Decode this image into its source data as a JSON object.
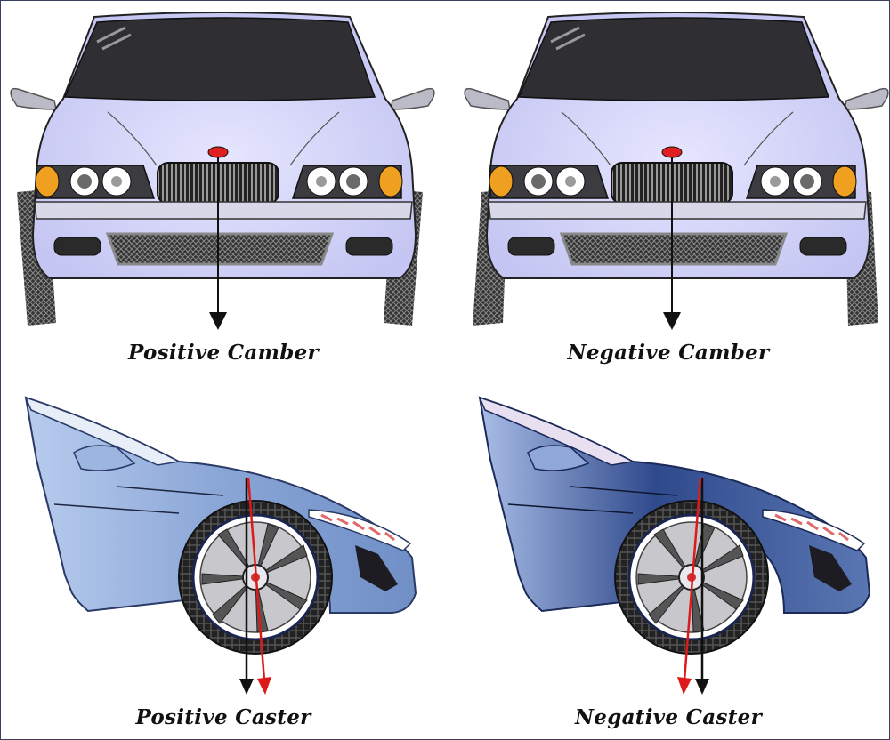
{
  "colors": {
    "body_light": "#cfd0f7",
    "body_shade": "#a6a8e0",
    "windshield": "#2e2e33",
    "tire": "#3a3a3a",
    "indicator": "#f0a020",
    "side_body_light": "#9cb8e0",
    "side_body_dark": "#3f5a9a",
    "red_axis": "#dd1a1a",
    "black_axis": "#111111"
  },
  "panels": [
    {
      "label": "Positive Camber",
      "kind": "camber",
      "direction": "positive"
    },
    {
      "label": "Negative Camber",
      "kind": "camber",
      "direction": "negative"
    },
    {
      "label": "Positive Caster",
      "kind": "caster",
      "direction": "positive"
    },
    {
      "label": "Negative Caster",
      "kind": "caster",
      "direction": "negative"
    }
  ]
}
